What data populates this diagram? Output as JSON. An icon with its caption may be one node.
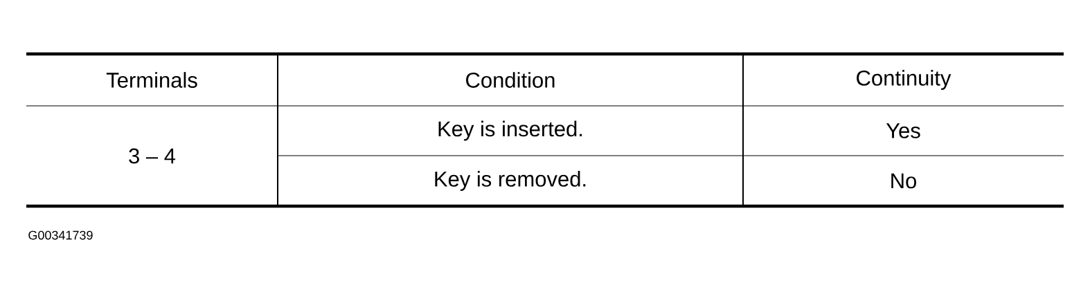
{
  "diagram": {
    "labels": [
      "Terminals",
      "Condition",
      "Continuity",
      "3 – 4",
      "Key is inserted.",
      "Yes",
      "Key is removed.",
      "No",
      "G00341739"
    ]
  }
}
